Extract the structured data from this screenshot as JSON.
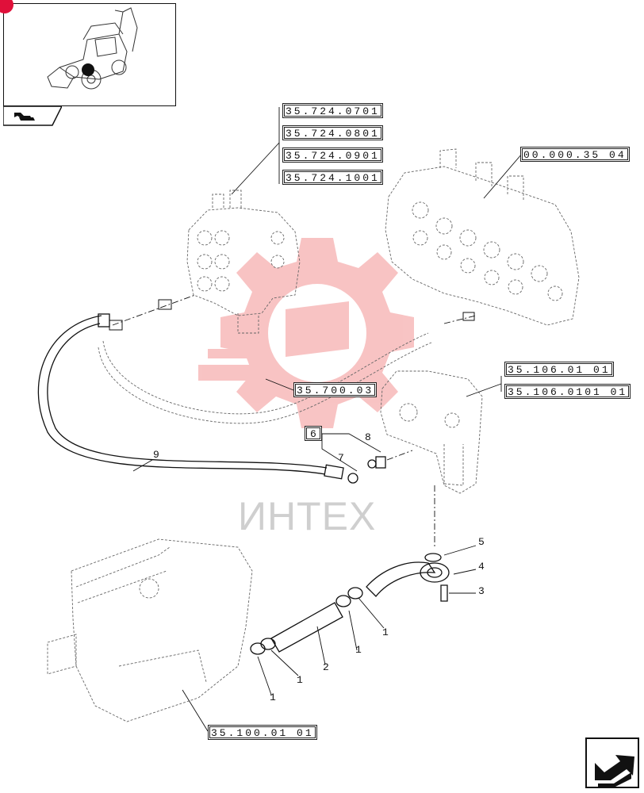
{
  "reference_codes": {
    "ref_1": "35.724.0701",
    "ref_2": "35.724.0801",
    "ref_3": "35.724.0901",
    "ref_4": "35.724.1001",
    "ref_5": "00.000.35 04",
    "ref_6": "35.700.03",
    "ref_7": "35.106.01 01",
    "ref_8": "35.106.0101 01",
    "ref_9": "35.100.01 01"
  },
  "callouts": {
    "c9": "9",
    "c6": "6",
    "c8": "8",
    "c7": "7",
    "c5": "5",
    "c4": "4",
    "c3": "3",
    "c2": "2",
    "c1a": "1",
    "c1b": "1",
    "c1c": "1",
    "c1d": "1"
  },
  "watermark": {
    "text": "ИНТЕХ"
  },
  "colors": {
    "line": "#111111",
    "dashed": "#666666",
    "watermark": "#f4a5a5",
    "accent": "#e0103a"
  },
  "icons": {
    "nav_tab": "back-arrow-icon",
    "next": "next-page-arrow-icon"
  }
}
